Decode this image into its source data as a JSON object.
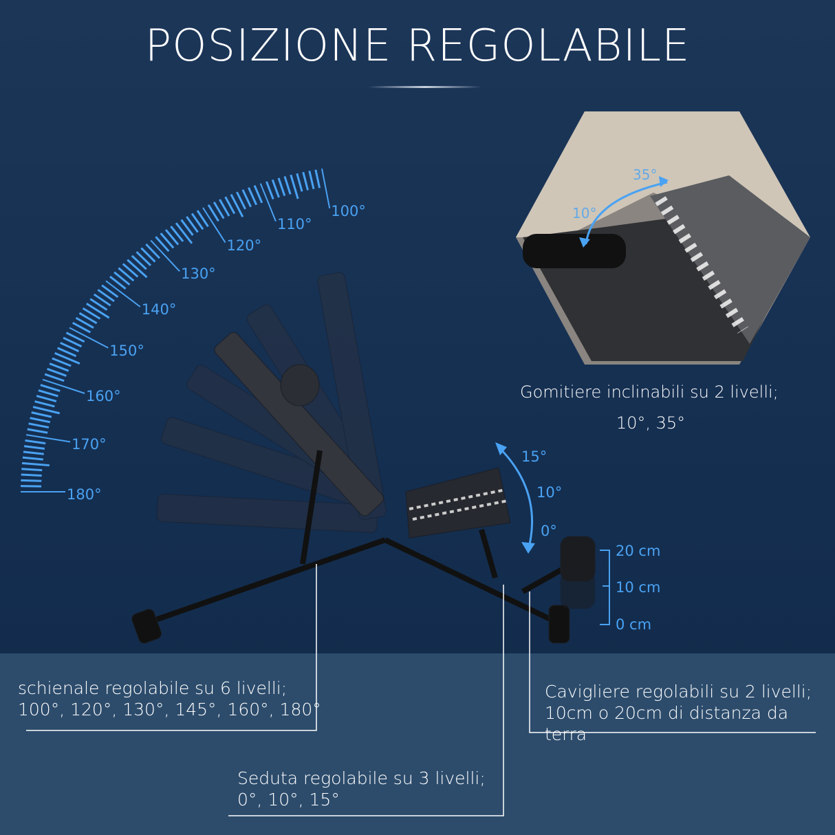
{
  "title": "POSIZIONE REGOLABILE",
  "colors": {
    "accent": "#4aa2f2",
    "background": "#17304f",
    "band": "#2d4c6c"
  },
  "gauge": {
    "labels": [
      "100°",
      "110°",
      "120°",
      "130°",
      "140°",
      "150°",
      "160°",
      "170°",
      "180°"
    ]
  },
  "seat_angles": [
    "15°",
    "10°",
    "0°"
  ],
  "ankle_heights": [
    "20 cm",
    "10 cm",
    "0 cm"
  ],
  "armrest": {
    "angles": [
      "35°",
      "10°"
    ],
    "line1": "Gomitiere inclinabili su 2 livelli;",
    "line2": "10°, 35°"
  },
  "backrest": {
    "line1": "schienale regolabile su 6 livelli;",
    "line2": "100°, 120°, 130°, 145°, 160°, 180°"
  },
  "seat": {
    "line1": "Seduta regolabile su 3 livelli;",
    "line2": "0°, 10°, 15°"
  },
  "ankle": {
    "line1": "Cavigliere regolabili su 2 livelli;",
    "line2": "10cm o 20cm di distanza da terra"
  }
}
